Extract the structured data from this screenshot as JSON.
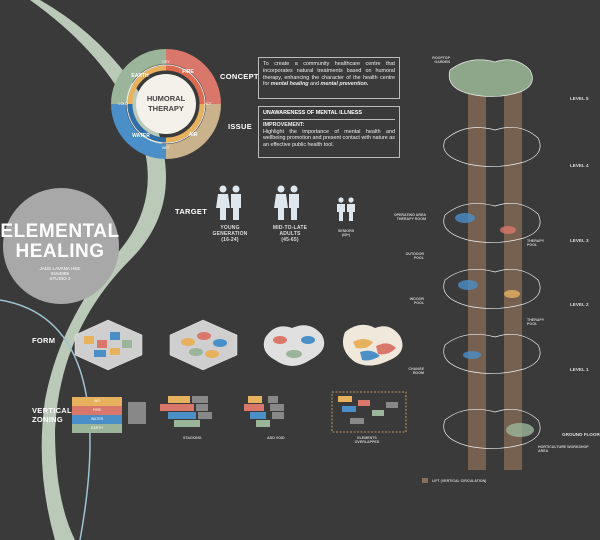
{
  "colors": {
    "background": "#3a3a3a",
    "fire": "#d9776a",
    "earth": "#e7b15e",
    "water": "#4a8fc7",
    "air": "#c9b28c",
    "sage": "#9bb59a"
  },
  "title": {
    "line1": "ELEMENTAL",
    "line2": "HEALING",
    "author": "JADE LAVANA HEE",
    "id": "9154865",
    "studio": "STUDIO 2"
  },
  "wheel": {
    "center_line1": "HUMORAL",
    "center_line2": "THERAPY",
    "elements": [
      "FIRE",
      "EARTH",
      "WATER",
      "AIR"
    ],
    "qualities": [
      "DRY",
      "HOT",
      "COLD",
      "WET"
    ]
  },
  "concept": {
    "label": "CONCEPT",
    "text": "To create a community healthcare centre that incorporates natural treatments based on humoral therapy, enhancing the character of the health centre for",
    "em1": "mental healing",
    "joiner": "and",
    "em2": "mental prevention."
  },
  "issue": {
    "label": "ISSUE",
    "heading": "UNAWARENESS OF MENTAL ILLNESS",
    "sub": "IMPROVEMENT:",
    "text": "Highlight the importance of mental health and wellbeing promotion and present contact with nature as an effective public health tool."
  },
  "target": {
    "label": "TARGET",
    "groups": [
      {
        "line1": "YOUNG",
        "line2": "GENERATION",
        "line3": "(16-24)"
      },
      {
        "line1": "MID-TO-LATE",
        "line2": "ADULTS",
        "line3": "(45-65)"
      },
      {
        "line1": "SENIORS",
        "line2": "(65+)",
        "line3": ""
      }
    ]
  },
  "form": {
    "label": "FORM"
  },
  "zoning": {
    "label1": "VERTICAL",
    "label2": "ZONING",
    "rows": [
      "AIR",
      "FIRE",
      "WATER",
      "EARTH"
    ],
    "captions": [
      "STACKING",
      "ADD VOID",
      "ELEMENTS OVERLAPPED"
    ]
  },
  "levels": [
    "LEVEL 5",
    "LEVEL 4",
    "LEVEL 3",
    "LEVEL 2",
    "LEVEL 1",
    "GROUND FLOOR"
  ],
  "annotations": [
    "ROOFTOP GARDEN",
    "OPERATING AREA THERAPY ROOM",
    "OUTDOOR POOL",
    "THERAPY POOL",
    "INDOOR POOL",
    "THERAPY POOL",
    "CHANGE ROOM",
    "HORTICULTURE WORKSHOP AREA"
  ],
  "legend": {
    "text": "LIFT (VERTICAL CIRCULATION)"
  }
}
